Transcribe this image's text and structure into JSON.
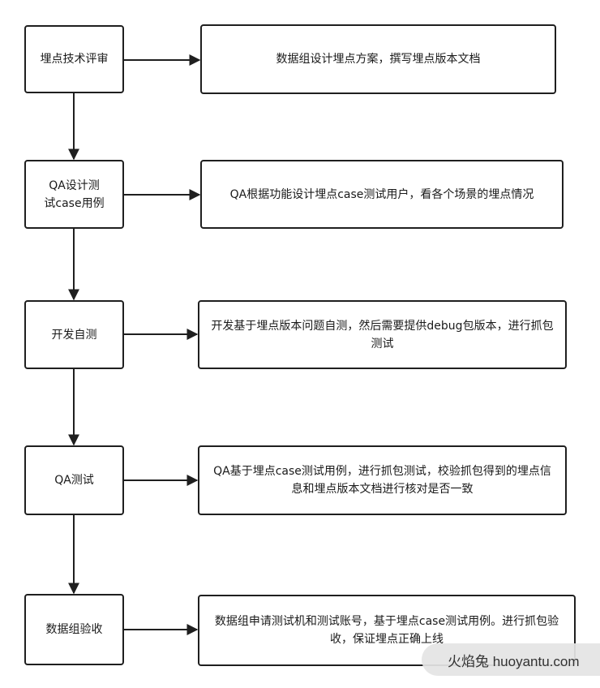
{
  "steps": [
    {
      "label": "埋点技术评审",
      "desc": "数据组设计埋点方案，撰写埋点版本文档"
    },
    {
      "label": "QA设计测试case用例",
      "desc": "QA根据功能设计埋点case测试用户，看各个场景的埋点情况"
    },
    {
      "label": "开发自测",
      "desc": "开发基于埋点版本问题自测，然后需要提供debug包版本，进行抓包测试"
    },
    {
      "label": "QA测试",
      "desc": "QA基于埋点case测试用例，进行抓包测试，校验抓包得到的埋点信息和埋点版本文档进行核对是否一致"
    },
    {
      "label": "数据组验收",
      "desc": "数据组申请测试机和测试账号，基于埋点case测试用例。进行抓包验收，保证埋点正确上线"
    }
  ],
  "watermark": "火焰兔 huoyantu.com"
}
